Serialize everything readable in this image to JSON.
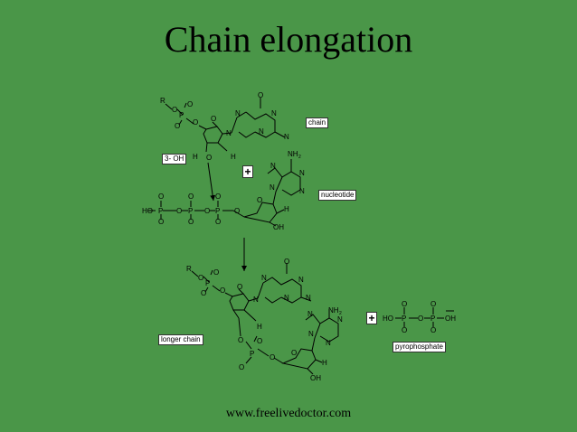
{
  "title": "Chain elongation",
  "footer": "www.freelivedoctor.com",
  "labels": {
    "chain": "chain",
    "three_oh": "3- OH",
    "nucleotide": "nucleotide",
    "longer_chain": "longer chain",
    "pyrophosphate": "pyrophosphate",
    "plus": "+"
  },
  "colors": {
    "background": "#4a9648",
    "ink": "#000000",
    "label_bg": "#ffffff"
  },
  "atoms": {
    "R": "R",
    "O": "O",
    "P": "P",
    "N": "N",
    "H": "H",
    "HO": "HO",
    "OH": "OH",
    "NH": "NH",
    "two": "2"
  }
}
